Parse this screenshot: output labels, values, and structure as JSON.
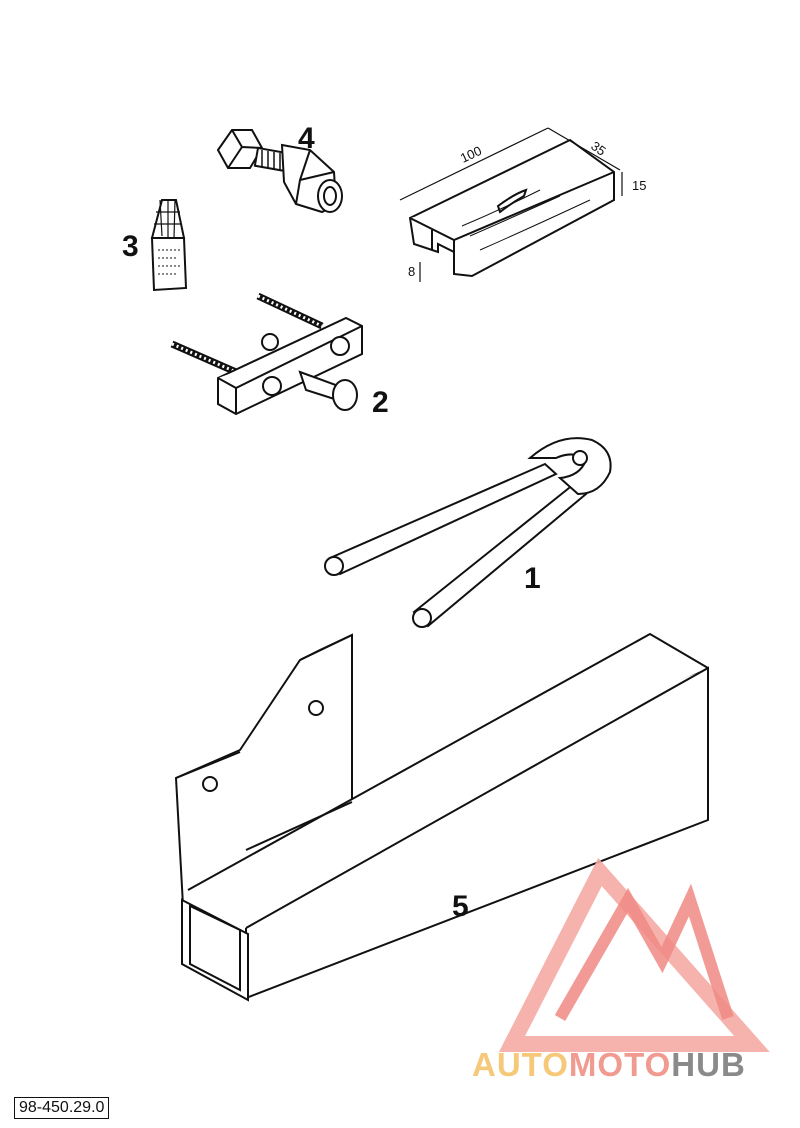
{
  "diagram": {
    "callouts": {
      "c1": "1",
      "c2": "2",
      "c3": "3",
      "c4": "4",
      "c5": "5"
    },
    "dimensions": {
      "length": "100",
      "width": "35",
      "height": "15",
      "slot": "8"
    },
    "reference": "98-450.29.0"
  },
  "watermark": {
    "part1": "AUTO",
    "part2": "MOTO",
    "part3": "HUB",
    "colors": {
      "auto": "#f5c87a",
      "moto": "#f09a90",
      "hub": "#8a8a8a",
      "logo": "#f08a84"
    }
  }
}
